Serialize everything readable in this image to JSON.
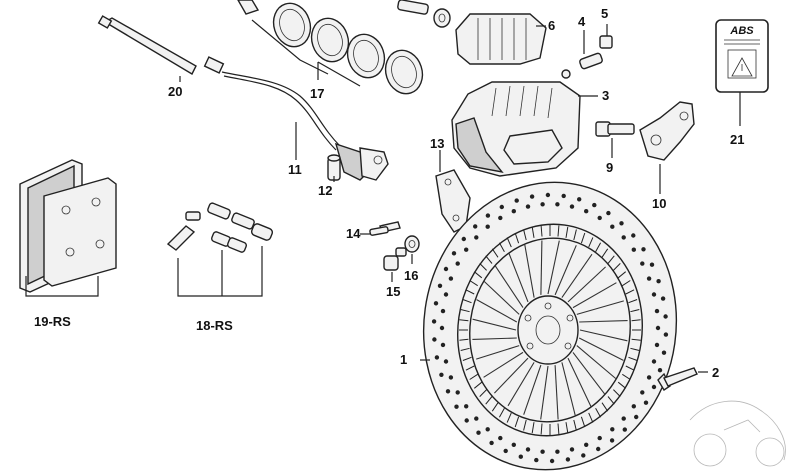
{
  "callouts": {
    "c1": "1",
    "c2": "2",
    "c3": "3",
    "c4": "4",
    "c5": "5",
    "c6": "6",
    "c9": "9",
    "c10": "10",
    "c11": "11",
    "c12": "12",
    "c13": "13",
    "c14": "14",
    "c15": "15",
    "c16": "16",
    "c17": "17",
    "c18": "18-RS",
    "c19": "19-RS",
    "c20": "20",
    "c21": "21"
  },
  "abs_sticker": {
    "text": "ABS"
  },
  "colors": {
    "line": "#222222",
    "fill": "#f2f2f2",
    "background": "#ffffff"
  }
}
